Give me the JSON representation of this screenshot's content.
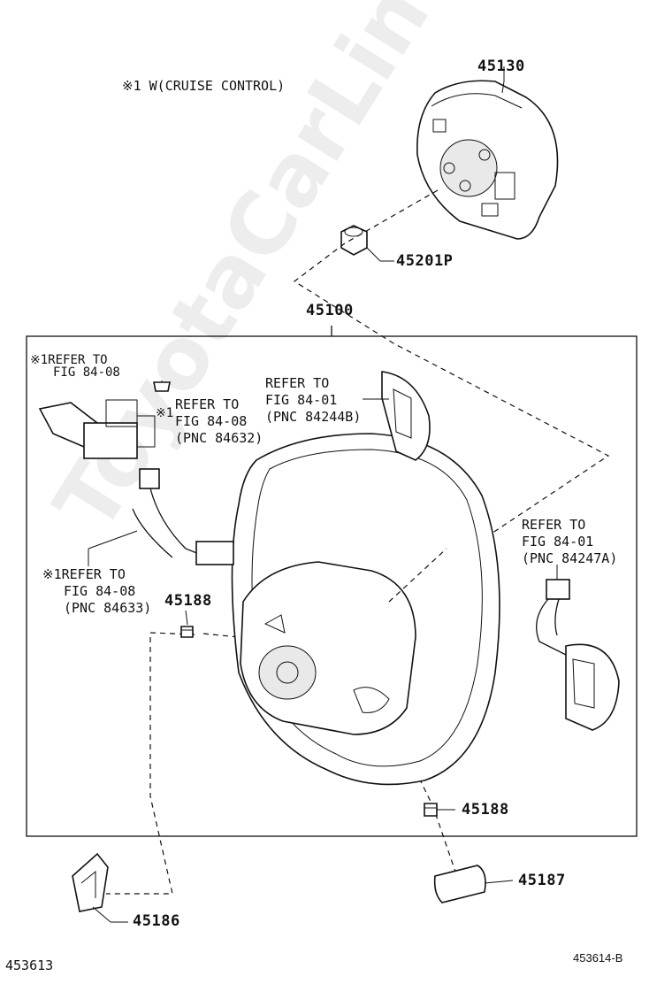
{
  "note": "※1 W(CRUISE CONTROL)",
  "parts": {
    "airbag": "45130",
    "nut": "45201P",
    "wheel": "45100",
    "screw_left": "45188",
    "screw_right": "45188",
    "cover_right": "45187",
    "cover_left": "45186"
  },
  "refs": {
    "ref1_line1": "※1REFER TO",
    "ref1_line2": "FIG 84-08",
    "ref2_line1": "REFER TO",
    "ref2_line2": "FIG 84-08",
    "ref2_line3": "(PNC 84632)",
    "ref2_mark": "※1",
    "ref3_line1": "REFER TO",
    "ref3_line2": "FIG 84-01",
    "ref3_line3": "(PNC 84244B)",
    "ref4_line1": "REFER TO",
    "ref4_line2": "FIG 84-01",
    "ref4_line3": "(PNC 84247A)",
    "ref5_line1": "※1REFER TO",
    "ref5_line2": "FIG 84-08",
    "ref5_line3": "(PNC 84633)"
  },
  "footer": {
    "left_code": "453613",
    "right_code": "453614-B"
  },
  "watermark": "ToyotaCarLine.ru"
}
